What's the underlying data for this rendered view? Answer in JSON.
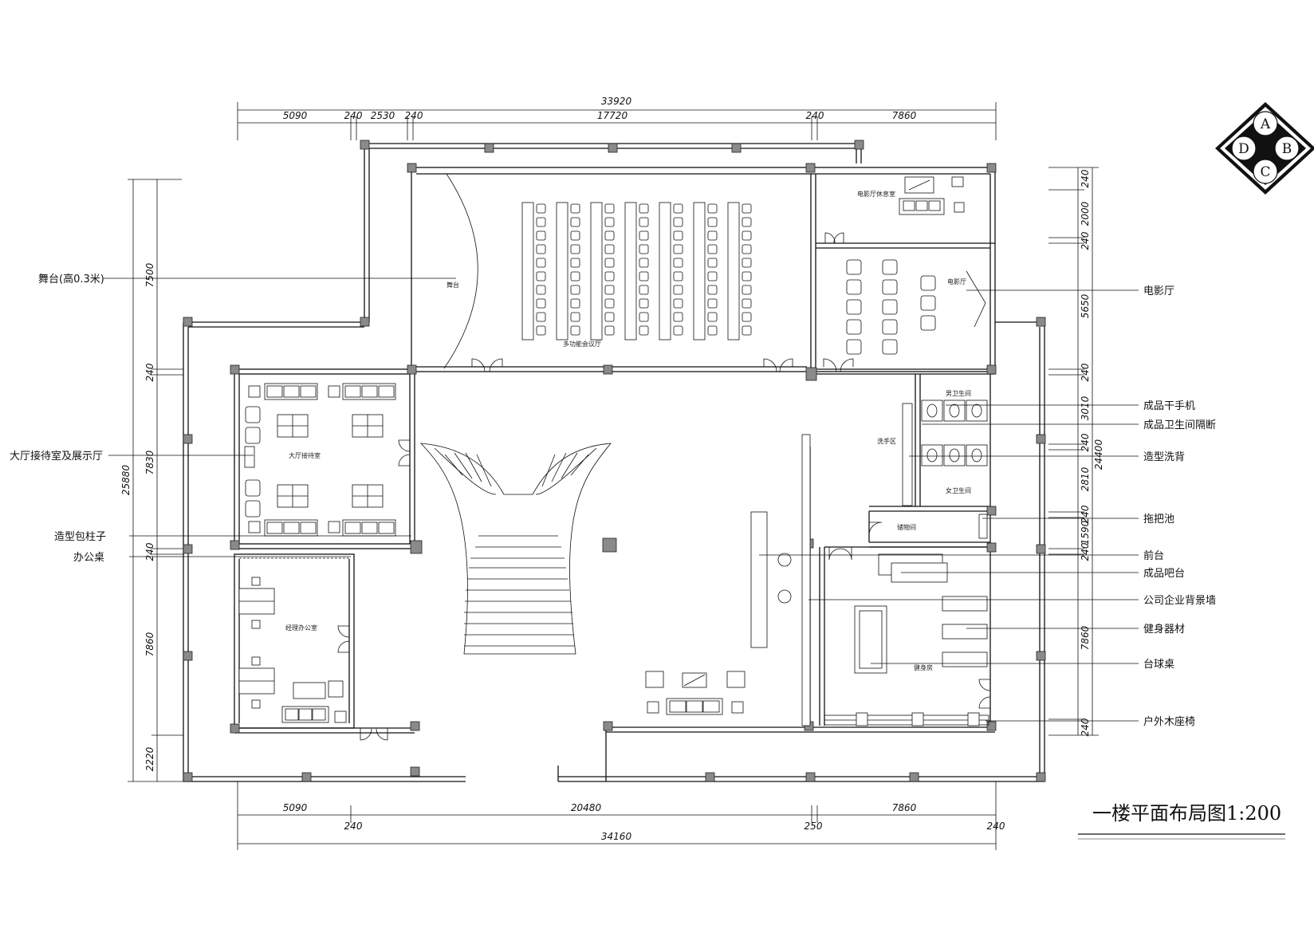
{
  "title": "一楼平面布局图1:200",
  "compass": {
    "top": "A",
    "right": "B",
    "bottom": "C",
    "left": "D"
  },
  "dims": {
    "top_total": "33920",
    "top_segments": [
      "5090",
      "240",
      "2530",
      "240",
      "17720",
      "240",
      "7860"
    ],
    "bottom_segments": [
      "5090",
      "20480",
      "7860"
    ],
    "bottom_minor": [
      "240",
      "250",
      "240"
    ],
    "bottom_total": "34160",
    "left_total": "25880",
    "left_segments": [
      "7500",
      "240",
      "7830",
      "240",
      "7860",
      "2220"
    ],
    "right_total": "24400",
    "right_segments": [
      "240",
      "2000",
      "240",
      "5650",
      "240",
      "3010",
      "240",
      "2810",
      "240",
      "1590",
      "240",
      "7860",
      "240"
    ]
  },
  "left_labels": [
    "舞台(高0.3米)",
    "大厅接待室及展示厅",
    "造型包柱子",
    "办公桌"
  ],
  "right_labels": [
    "电影厅",
    "成品干手机",
    "成品卫生间隔断",
    "造型洗背",
    "拖把池",
    "前台",
    "成品吧台",
    "公司企业背景墙",
    "健身器材",
    "台球桌",
    "户外木座椅"
  ],
  "room_labels": [
    "舞台",
    "多功能会议厅",
    "电影厅休息室",
    "电影厅",
    "大厅接待室",
    "经理办公室",
    "男卫生间",
    "女卫生间",
    "洗手区",
    "储物间",
    "健身房"
  ]
}
